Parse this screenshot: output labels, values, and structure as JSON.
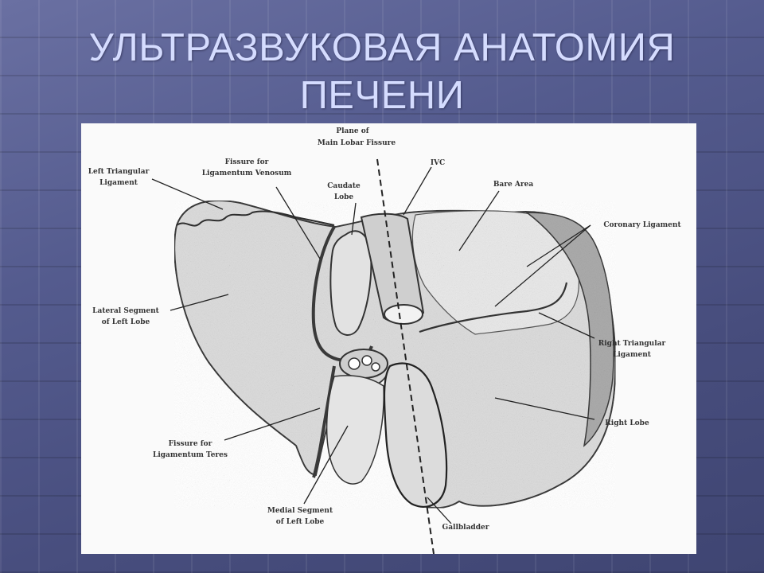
{
  "slide": {
    "title_line1": "УЛЬТРАЗВУКОВАЯ АНАТОМИЯ",
    "title_line2": "ПЕЧЕНИ"
  },
  "figure": {
    "labels": {
      "plane_line1": "Plane of",
      "plane_line2": "Main Lobar Fissure",
      "ivc": "IVC",
      "left_tri_line1": "Left Triangular",
      "left_tri_line2": "Ligament",
      "fissure_venosum_line1": "Fissure for",
      "fissure_venosum_line2": "Ligamentum Venosum",
      "caudate_line1": "Caudate",
      "caudate_line2": "Lobe",
      "bare_area": "Bare Area",
      "coronary": "Coronary Ligament",
      "lateral_line1": "Lateral Segment",
      "lateral_line2": "of Left Lobe",
      "right_tri_line1": "Right Triangular",
      "right_tri_line2": "Ligament",
      "right_lobe": "Right Lobe",
      "fissure_teres_line1": "Fissure for",
      "fissure_teres_line2": "Ligamentum Teres",
      "medial_line1": "Medial Segment",
      "medial_line2": "of Left Lobe",
      "gallbladder": "Gallbladder"
    }
  },
  "colors": {
    "background": "#4e5586",
    "title": "#d5dcff",
    "figure_background": "#fafafa",
    "ink": "#333333"
  }
}
